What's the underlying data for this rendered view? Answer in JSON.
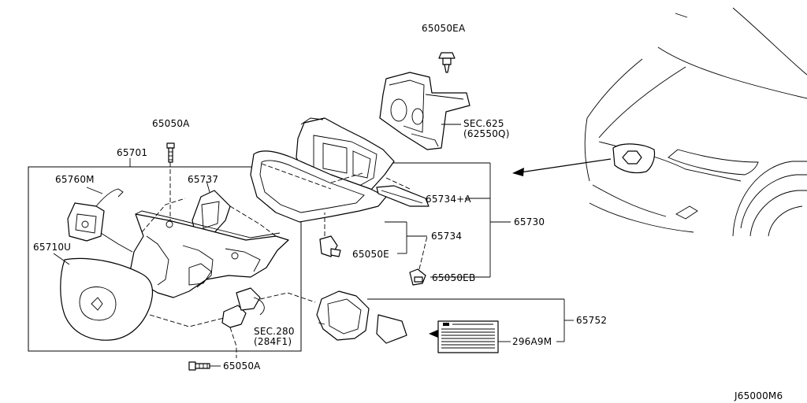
{
  "diagram_code": "J65000M6",
  "labels": {
    "p65050EA": "65050EA",
    "sec625": "SEC.625",
    "sec625_sub": "(62550Q)",
    "p65050A_top": "65050A",
    "p65701": "65701",
    "p65760M": "65760M",
    "p65737": "65737",
    "p65734A": "65734+A",
    "p65730": "65730",
    "p65710U": "65710U",
    "p65734": "65734",
    "p65050E": "65050E",
    "p65050EB": "65050EB",
    "p65752": "65752",
    "sec280": "SEC.280",
    "sec280_sub": "(284F1)",
    "p296A9M": "296A9M",
    "p65050A_bottom": "65050A"
  }
}
